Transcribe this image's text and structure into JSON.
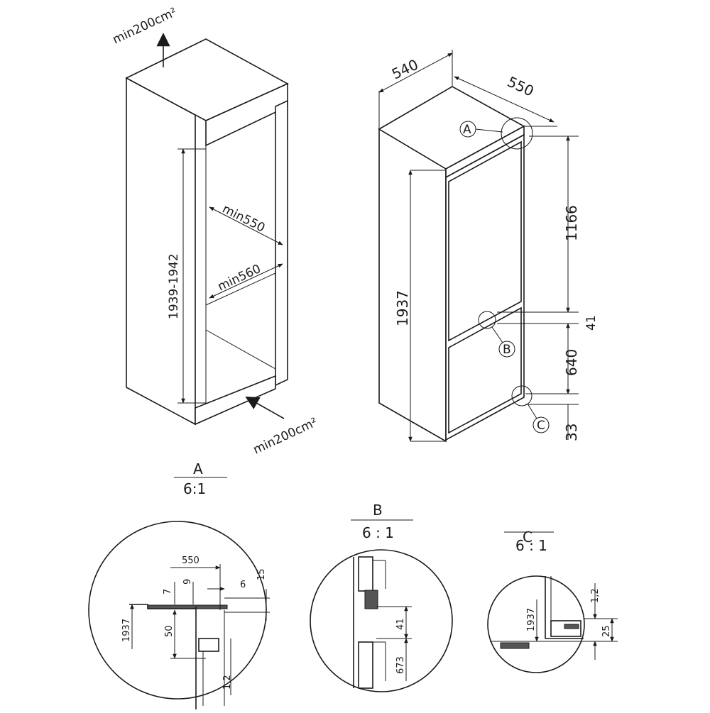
{
  "niche": {
    "vent_top": "min200cm²",
    "vent_bottom": "min200cm²",
    "height": "1939-1942",
    "depth_min": "min550",
    "width_min": "min560"
  },
  "appliance": {
    "width": "540",
    "depth": "550",
    "height_total": "1937",
    "height_upper": "1166",
    "gap": "41",
    "height_lower": "640",
    "bottom": "33",
    "callout_a": "A",
    "callout_b": "B",
    "callout_c": "C"
  },
  "detail_a": {
    "letter": "A",
    "scale": "6:1",
    "dim_550": "550",
    "dim_7": "7",
    "dim_9": "9",
    "dim_6": "6",
    "dim_15": "15",
    "dim_1937": "1937",
    "dim_50": "50",
    "dim_1_2": "1,2"
  },
  "detail_b": {
    "letter": "B",
    "scale": "6 : 1",
    "dim_41": "41",
    "dim_673": "673"
  },
  "detail_c": {
    "letter": "C",
    "scale": "6 : 1",
    "dim_1937": "1937",
    "dim_1_2": "1,2",
    "dim_25": "25"
  }
}
